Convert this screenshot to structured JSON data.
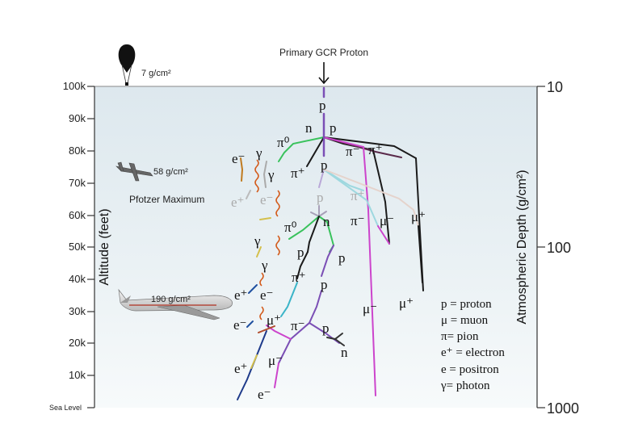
{
  "diagram": {
    "title": "Primary GCR Proton",
    "left_axis": {
      "label": "Altitude (feet)",
      "ticks": [
        "100k",
        "90k",
        "80k",
        "70k",
        "60k",
        "50k",
        "40k",
        "30k",
        "20k",
        "10k"
      ],
      "bottom_label": "Sea Level"
    },
    "right_axis": {
      "label": "Atmospheric Depth (g/cm²)",
      "ticks": [
        "10",
        "100",
        "1000"
      ]
    },
    "annotations": {
      "balloon": "7 g/cm²",
      "small_plane": "58 g/cm²",
      "pfotzer": "Pfotzer Maximum",
      "airliner": "190 g/cm²"
    },
    "particles": {
      "p1": "p",
      "n1": "n",
      "p2": "p",
      "em1": "e⁻",
      "g1": "γ",
      "pi0_1": "π⁰",
      "pim1": "π⁻",
      "pip1": "π⁺",
      "g2": "γ",
      "pip2": "π⁺",
      "p3": "p",
      "ep1": "e⁺",
      "em2": "e⁻",
      "p4": "p",
      "pip3": "π⁺",
      "mup1": "μ⁺",
      "n2": "n",
      "pi0_2": "π⁰",
      "pim2": "π⁻",
      "mum1": "μ⁻",
      "g3": "γ",
      "p5": "p",
      "p6": "p",
      "g4": "γ",
      "pip4": "π⁺",
      "p7": "p",
      "ep2": "e⁺",
      "em3": "e⁻",
      "mum2": "μ⁻",
      "mup2": "μ⁺",
      "em4": "e⁻",
      "mup3": "μ⁺",
      "pim3": "π⁻",
      "p8": "p",
      "n3": "n",
      "ep3": "e⁺",
      "mum3": "μ⁻",
      "em5": "e⁻"
    },
    "legend": [
      "p = proton",
      "μ = muon",
      "π= pion",
      "e⁺ = electron",
      "e = positron",
      "γ= photon"
    ]
  }
}
